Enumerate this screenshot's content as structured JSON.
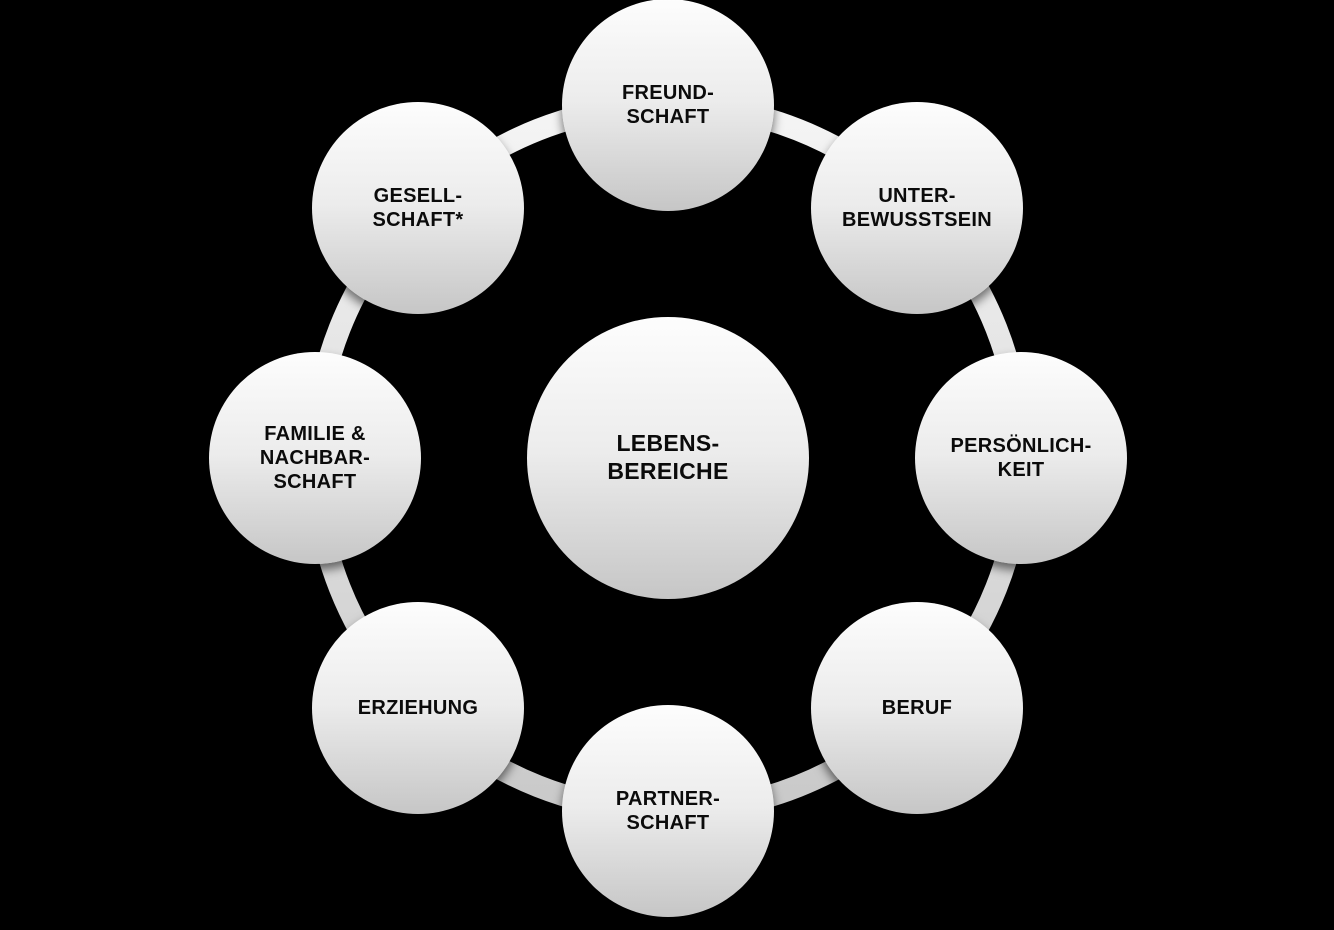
{
  "diagram": {
    "background_color": "#000000",
    "node_fill_top": "#fdfdfd",
    "node_fill_bottom": "#c6c6c6",
    "ring_color_top": "#f5f5f5",
    "ring_color_bottom": "#c9c9c9",
    "text_color": "#0b0b0b",
    "center": {
      "label": "LEBENS-\nBEREICHE"
    },
    "nodes": [
      {
        "id": "freundschaft",
        "label": "FREUND-\nSCHAFT",
        "position": "top"
      },
      {
        "id": "unterbewusstsein",
        "label": "UNTER-\nBEWUSSTSEIN",
        "position": "top-right"
      },
      {
        "id": "persoenlichkeit",
        "label": "PERSÖNLICH-\nKEIT",
        "position": "right"
      },
      {
        "id": "beruf",
        "label": "BERUF",
        "position": "bottom-right"
      },
      {
        "id": "partnerschaft",
        "label": "PARTNER-\nSCHAFT",
        "position": "bottom"
      },
      {
        "id": "erziehung",
        "label": "ERZIEHUNG",
        "position": "bottom-left"
      },
      {
        "id": "familie",
        "label": "FAMILIE &\nNACHBAR-\nSCHAFT",
        "position": "left"
      },
      {
        "id": "gesellschaft",
        "label": "GESELL-\nSCHAFT*",
        "position": "top-left"
      }
    ]
  }
}
